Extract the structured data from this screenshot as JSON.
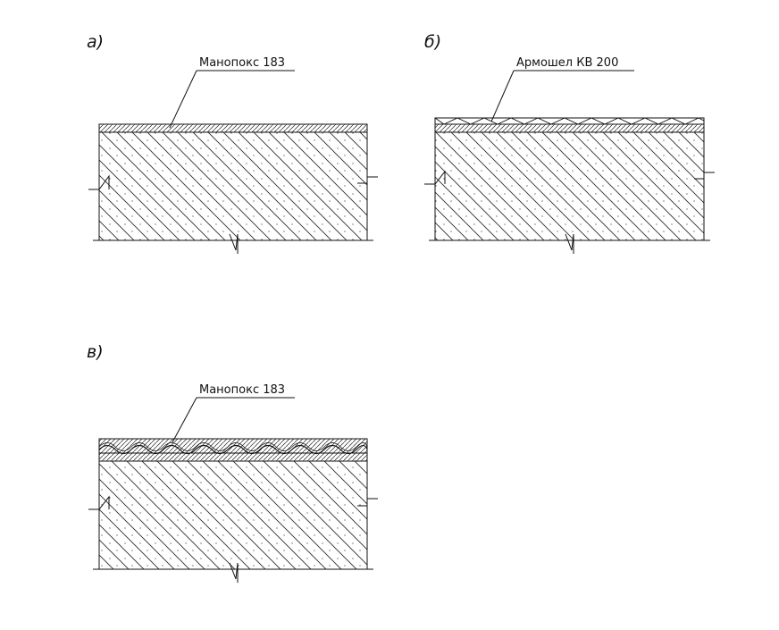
{
  "panels": [
    {
      "letter": "а)",
      "callout": "Манопокс 183"
    },
    {
      "letter": "б)",
      "callout": "Армошел КВ 200"
    },
    {
      "letter": "в)",
      "callout": "Манопокс 183"
    }
  ]
}
